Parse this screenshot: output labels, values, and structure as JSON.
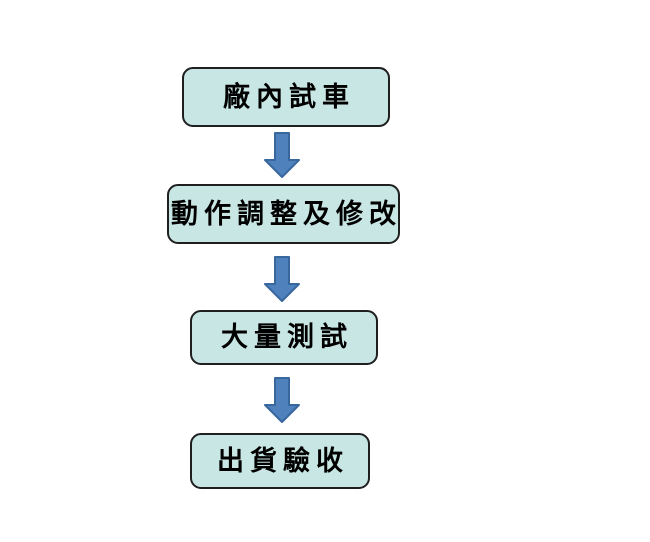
{
  "diagram": {
    "type": "flowchart",
    "direction": "top-to-bottom",
    "steps": [
      {
        "label": "廠內試車"
      },
      {
        "label": "動作調整及修改"
      },
      {
        "label": "大量測試"
      },
      {
        "label": "出貨驗收"
      }
    ],
    "connector": "down-block-arrow",
    "colors": {
      "background": "#ffffff",
      "box_fill": "#c8e6e3",
      "box_border": "#1f1f1f",
      "arrow_fill": "#4f81bd",
      "arrow_border": "#38679e",
      "text": "#000000"
    }
  }
}
